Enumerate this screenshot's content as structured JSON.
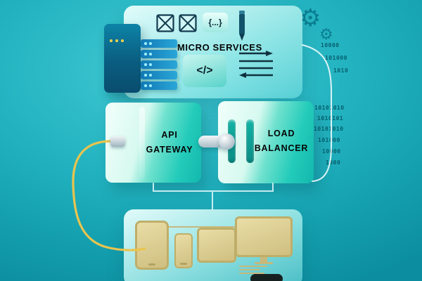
{
  "scene": {
    "description": "Microservices architecture illustration",
    "background_color": "#17a9b6",
    "panel_color": "#bdf3ef",
    "box_color": "#23cbba",
    "cable_color": "#e9c44f",
    "device_color": "#d9c98b",
    "binary_color": "#07606f"
  },
  "labels": {
    "micro_services": "MICRO SERVICES",
    "api_line1": "API",
    "api_line2": "GATEWAY",
    "load_line1": "LOAD",
    "load_line2": "BALANCER",
    "code_glyph": "</>",
    "braces_glyph": "{...}"
  },
  "icons": {
    "gear_large": "⚙",
    "gear_small": "⚙"
  },
  "binary": [
    "10000",
    "101000",
    "1010",
    "10101010",
    "1010101",
    "10101010",
    "101000",
    "10000",
    "1000"
  ]
}
